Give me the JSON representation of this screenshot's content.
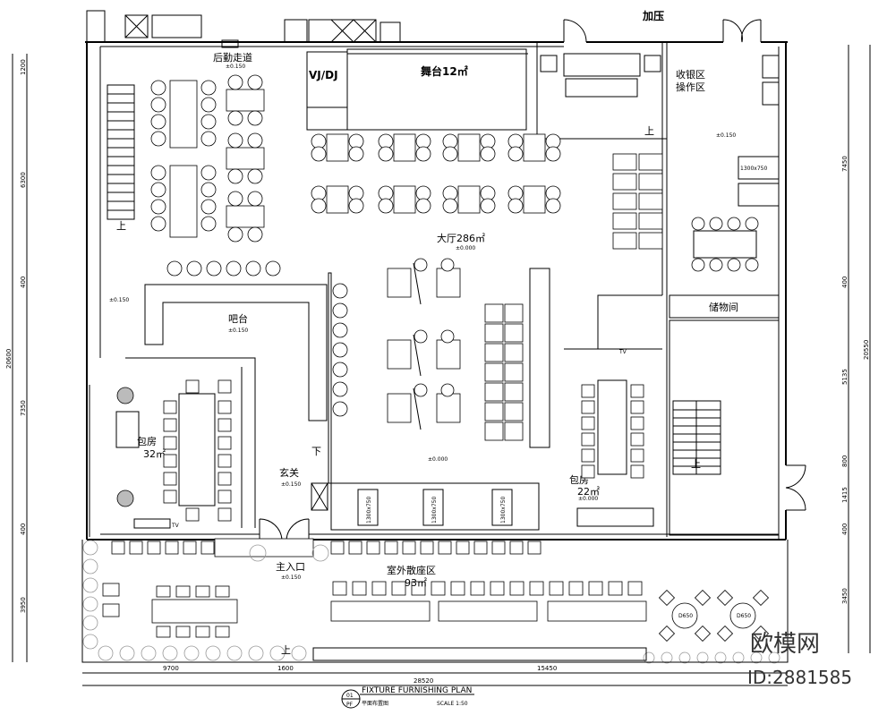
{
  "labels": {
    "back_corridor": "后勤走道",
    "stage": "舞台12㎡",
    "vjdj": "VJ/DJ",
    "cashier_1": "收银区",
    "cashier_2": "操作区",
    "hall": "大厅286㎡",
    "bar": "吧台",
    "private_room_1_name": "包房",
    "private_room_1_area": "32㎡",
    "foyer": "玄关",
    "main_entrance": "主入口",
    "outdoor_name": "室外散座区",
    "outdoor_area": "93㎡",
    "storage": "储物间",
    "private_room_2_name": "包房",
    "private_room_2_area": "22㎡",
    "pressure": "加压"
  },
  "up_marks": [
    "上",
    "上",
    "上",
    "上"
  ],
  "down_mark": "下",
  "tv": [
    "TV",
    "TV"
  ],
  "sizes": [
    "1300x750",
    "1300x750",
    "1300x750",
    "1300x750"
  ],
  "round_tables": [
    "D650",
    "D650"
  ],
  "levels": [
    "±0.150",
    "±0.150",
    "±0.150",
    "±0.150",
    "±0.000",
    "±0.150",
    "±0.000",
    "±0.000",
    "±0.150"
  ],
  "dims": {
    "left": [
      "1200",
      "6300",
      "400",
      "7350",
      "400",
      "3950"
    ],
    "left_total": "20600",
    "right": [
      "7450",
      "400",
      "5135",
      "800",
      "1415",
      "400",
      "3450"
    ],
    "right_total": "20550",
    "bottom": [
      "9700",
      "1600",
      "15450"
    ],
    "bottom_total": "28520"
  },
  "title": {
    "number": "01",
    "sheet": "PF",
    "en": "FIXTURE FURNISHING PLAN",
    "cn": "平面布置图",
    "scale": "SCALE 1:50"
  },
  "watermark": {
    "brand": "欧模网",
    "id": "ID:2881585"
  }
}
